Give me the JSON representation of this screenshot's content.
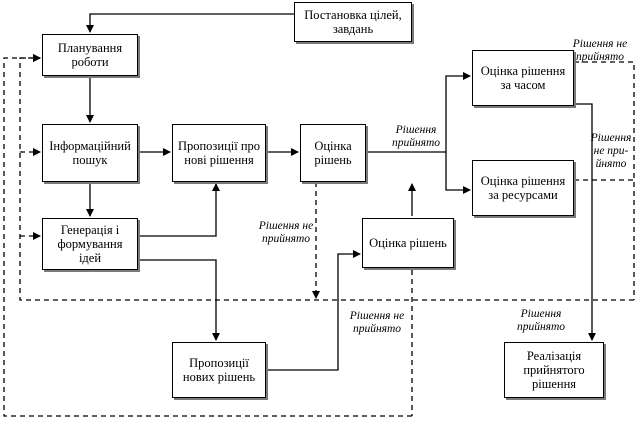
{
  "boxes": {
    "goal_setting": "Постановка цілей, завдань",
    "work_planning": "Планування роботи",
    "info_search": "Інформаційний пошук",
    "idea_generation": "Генерація і формування ідей",
    "new_solution_proposals": "Пропозиції про нові рішення",
    "solution_evaluation_main": "Оцінка рішень",
    "solution_evaluation_lower": "Оцінка рішень",
    "new_solutions_proposals_bottom": "Пропозиції нових рішень",
    "time_evaluation": "Оцінка рішення за часом",
    "resource_evaluation": "Оцінка рішення за ресурсами",
    "implementation": "Реалізація прийнятого рішення"
  },
  "labels": {
    "not_accepted_top_right": "Рішення не прийнято",
    "accepted_mid": "Рішення прийнято",
    "not_accepted_right_side": "Рішення не при-йнято",
    "not_accepted_mid_left": "Рішення не прийнято",
    "not_accepted_bottom_mid": "Рішення не прийнято",
    "accepted_bottom_right": "Рішення прийнято"
  }
}
